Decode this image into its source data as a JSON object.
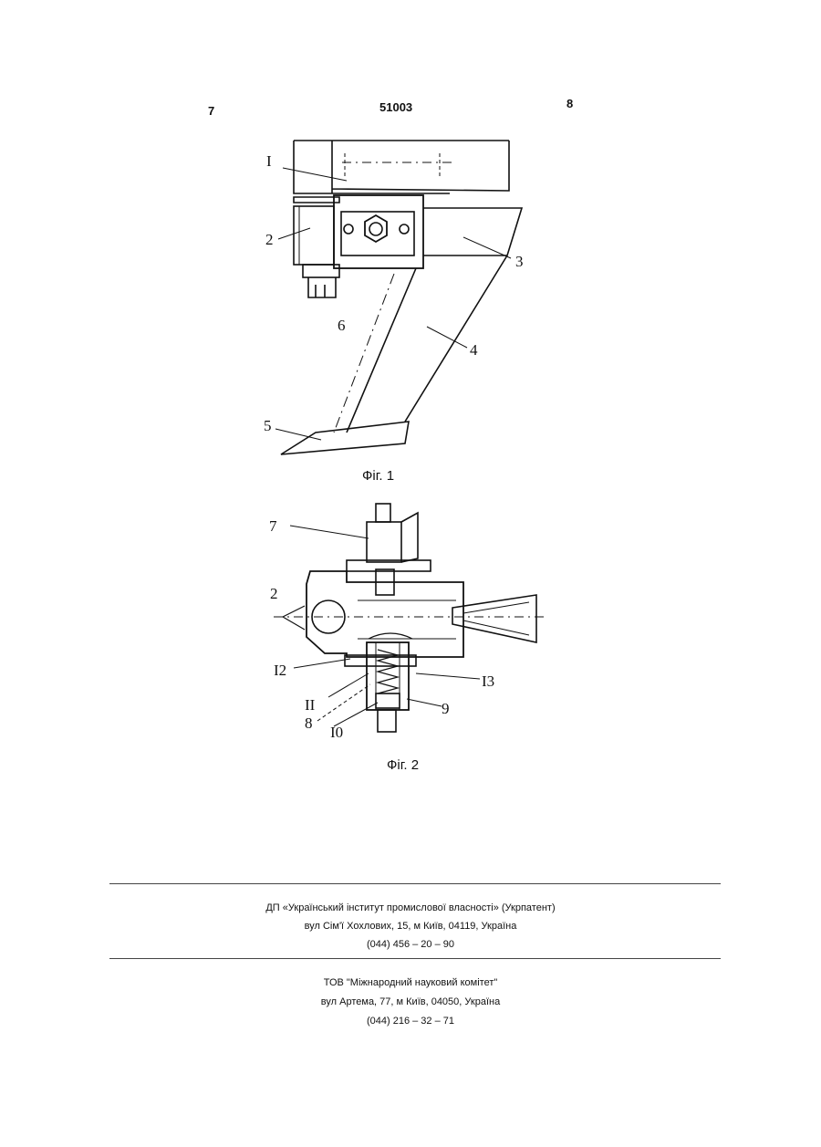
{
  "header": {
    "left_page": "7",
    "patent_number": "51003",
    "right_page": "8"
  },
  "figure1": {
    "caption": "Фіг. 1",
    "labels": {
      "l_I": "I",
      "l_2": "2",
      "l_3": "3",
      "l_4": "4",
      "l_5": "5",
      "l_6": "6"
    }
  },
  "figure2": {
    "caption": "Фіг. 2",
    "labels": {
      "l_7": "7",
      "l_2": "2",
      "l_12": "I2",
      "l_13": "I3",
      "l_11": "II",
      "l_9": "9",
      "l_8": "8",
      "l_10": "I0"
    }
  },
  "footer": {
    "publisher": {
      "name": "ДП «Український інститут промислової власності» (Укрпатент)",
      "address": "вул  Сім'ї Хохлових, 15, м  Київ, 04119, Україна",
      "phone": "(044) 456 – 20 –  90"
    },
    "printer": {
      "name": "ТОВ \"Міжнародний науковий комітет\"",
      "address": "вул  Артема, 77, м  Київ, 04050, Україна",
      "phone": "(044) 216 – 32 – 71"
    }
  }
}
